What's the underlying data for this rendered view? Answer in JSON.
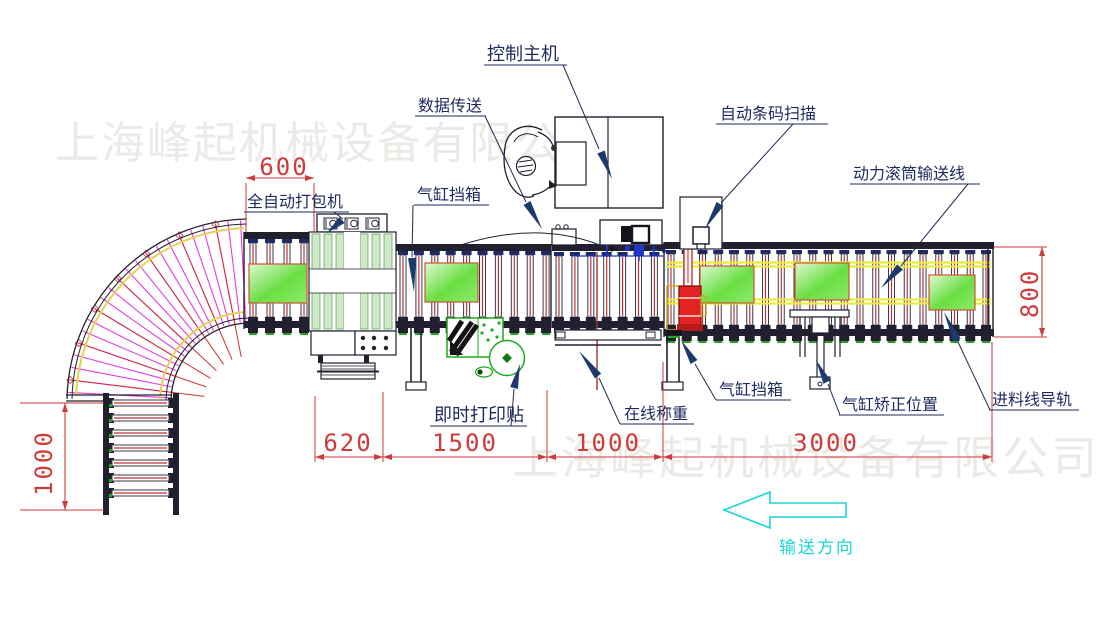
{
  "watermark": {
    "text": "上海峰起机械设备有限公司"
  },
  "labels": {
    "control_host": "控制主机",
    "data_transfer": "数据传送",
    "barcode_scanner": "自动条码扫描",
    "power_roller_line": "动力滚筒输送线",
    "auto_packer": "全自动打包机",
    "cylinder_stop_box_1": "气缸挡箱",
    "instant_print_label": "即时打印贴",
    "online_weighing": "在线称重",
    "cylinder_stop_box_2": "气缸挡箱",
    "cylinder_align_position": "气缸矫正位置",
    "feed_line_guide_rail": "进料线导轨",
    "conveying_direction": "输送方向"
  },
  "dimensions": {
    "packer_width": "600",
    "packer_length": "620",
    "printer_section": "1500",
    "weighing_section": "1000",
    "roller_line": "3000",
    "outfeed_length": "1000",
    "line_width": "800"
  },
  "colors": {
    "dim_red": "#cf3a3a",
    "label_navy": "#1c2a5e",
    "arrow_navy": "#1d3a6e",
    "curve_magenta": "#e23ce2",
    "curve_red": "#cc3232",
    "guide_yellow": "#ecec3c",
    "curve_yellow": "#e8cf55",
    "box_green": "#52d52e",
    "printer_green": "#1faa1f",
    "device_red": "#e32222",
    "pipe_blue": "#2036c8",
    "direction_cyan": "#19d6d6",
    "machine_dark": "#20202e",
    "watermark_gray": "#eceae6"
  }
}
